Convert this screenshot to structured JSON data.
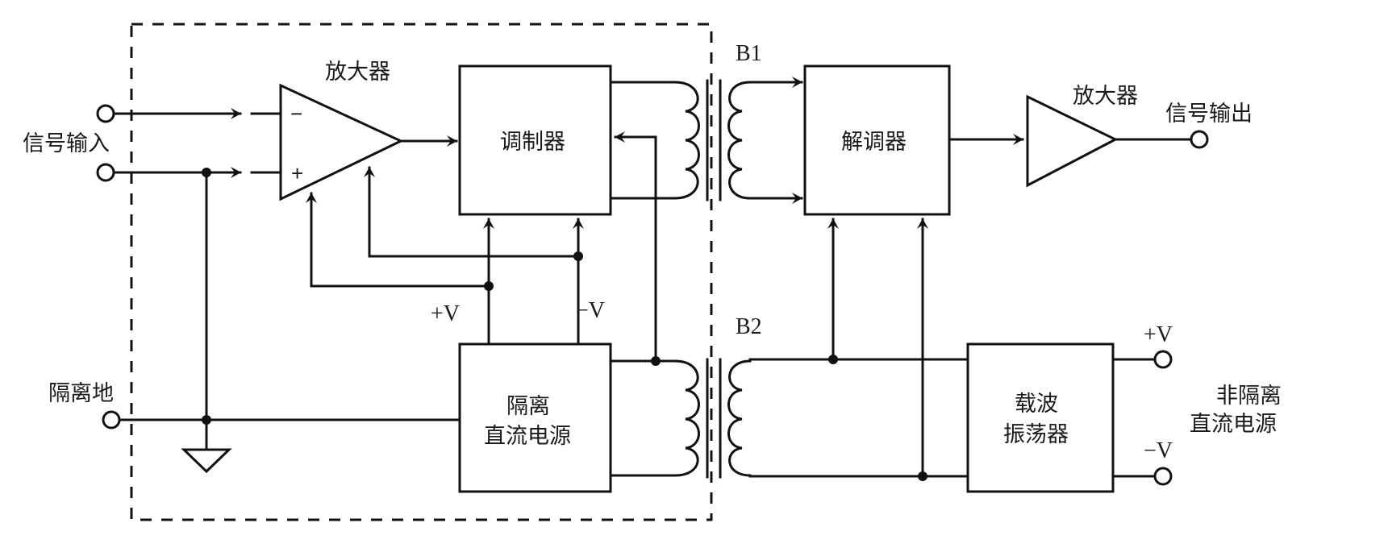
{
  "diagram": {
    "type": "isolation-amplifier-block-diagram",
    "ink_color": "#111111",
    "background": "#ffffff"
  },
  "labels": {
    "signal_input": "信号输入",
    "isolated_ground": "隔离地",
    "amplifier_input": "放大器",
    "amplifier_output": "放大器",
    "signal_output": "信号输出",
    "modulator": "调制器",
    "demodulator": "解调器",
    "isolated_psu_line1": "隔离",
    "isolated_psu_line2": "直流电源",
    "carrier_osc_line1": "载波",
    "carrier_osc_line2": "振荡器",
    "non_isolated_psu_line1": "非隔离",
    "non_isolated_psu_line2": "直流电源",
    "transformer_b1": "B1",
    "transformer_b2": "B2",
    "plus_v": "+V",
    "minus_v": "−V",
    "right_plus_v": "+V",
    "right_minus_v": "−V",
    "opamp_minus": "−",
    "opamp_plus": "+"
  },
  "nodes": [
    {
      "id": "signal-input",
      "kind": "terminal-pair"
    },
    {
      "id": "isolated-ground",
      "kind": "terminal"
    },
    {
      "id": "input-amplifier",
      "kind": "op-amp"
    },
    {
      "id": "modulator",
      "kind": "block"
    },
    {
      "id": "transformer-b1",
      "kind": "transformer"
    },
    {
      "id": "demodulator",
      "kind": "block"
    },
    {
      "id": "output-amplifier",
      "kind": "amplifier"
    },
    {
      "id": "signal-output",
      "kind": "terminal"
    },
    {
      "id": "isolated-dc-supply",
      "kind": "block"
    },
    {
      "id": "transformer-b2",
      "kind": "transformer"
    },
    {
      "id": "carrier-oscillator",
      "kind": "block"
    },
    {
      "id": "non-isolated-dc-supply",
      "kind": "terminal-pair"
    }
  ],
  "edges": [
    {
      "from": "signal-input",
      "to": "input-amplifier",
      "label": "−"
    },
    {
      "from": "signal-input",
      "to": "input-amplifier",
      "label": "+"
    },
    {
      "from": "input-amplifier",
      "to": "modulator"
    },
    {
      "from": "modulator",
      "to": "transformer-b1"
    },
    {
      "from": "transformer-b1",
      "to": "demodulator"
    },
    {
      "from": "demodulator",
      "to": "output-amplifier"
    },
    {
      "from": "output-amplifier",
      "to": "signal-output"
    },
    {
      "from": "isolated-dc-supply",
      "to": "input-amplifier",
      "label": "+V"
    },
    {
      "from": "isolated-dc-supply",
      "to": "modulator",
      "label": "−V"
    },
    {
      "from": "transformer-b2",
      "to": "modulator"
    },
    {
      "from": "carrier-oscillator",
      "to": "transformer-b2"
    },
    {
      "from": "carrier-oscillator",
      "to": "demodulator"
    },
    {
      "from": "non-isolated-dc-supply",
      "to": "carrier-oscillator"
    }
  ]
}
